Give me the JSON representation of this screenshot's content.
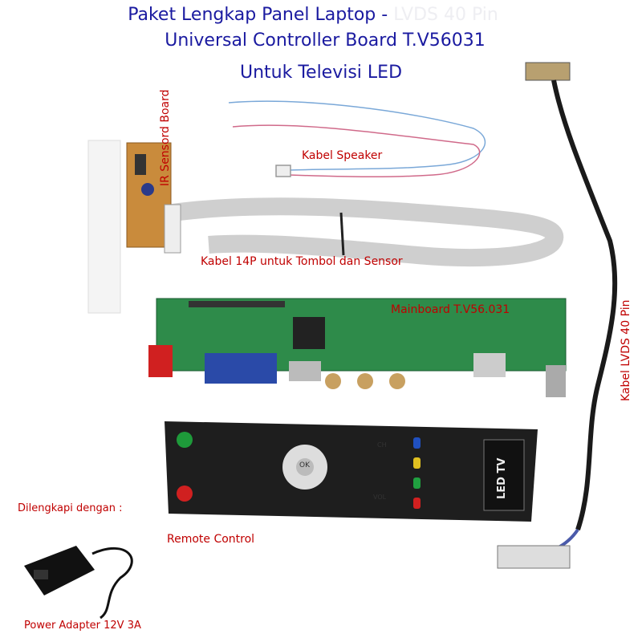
{
  "title": {
    "line1": "Paket Lengkap Panel Laptop - ",
    "line1_faded": "LVDS 40 Pin",
    "line2": "Universal Controller Board T.V56031",
    "line3": "Untuk Televisi LED"
  },
  "labels": {
    "ir_board": "IR Sensord Board",
    "speaker_cable": "Kabel Speaker",
    "cable_14p": "Kabel 14P untuk Tombol dan Sensor",
    "mainboard": "Mainboard T.V56.031",
    "lvds_cable": "Kabel LVDS 40 Pin",
    "remote": "Remote Control",
    "included": "Dilengkapi dengan :",
    "adapter": "Power Adapter 12V 3A"
  },
  "remote": {
    "brand": "LED TV",
    "ok": "OK",
    "ch": "CH",
    "vol": "VOL"
  },
  "colors": {
    "title": "#1a1aa0",
    "label": "#c00000",
    "pcb": "#2e8b4a",
    "remote": "#1e1e1e"
  }
}
